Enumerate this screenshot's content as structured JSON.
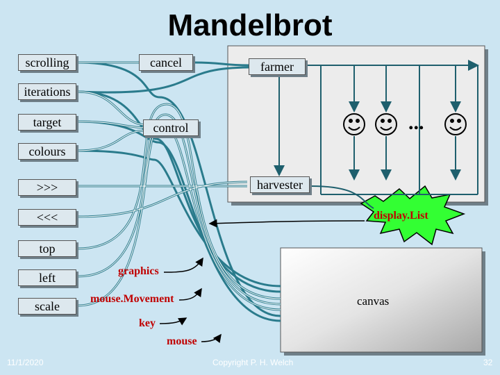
{
  "title": "Mandelbrot",
  "left_buttons": {
    "scrolling": "scrolling",
    "iterations": "iterations",
    "target": "target",
    "colours": "colours",
    "forward": ">>>",
    "back": "<<<",
    "top": "top",
    "left": "left",
    "scale": "scale"
  },
  "processes": {
    "cancel": "cancel",
    "control": "control",
    "farmer": "farmer",
    "harvester": "harvester",
    "display_list": "display.List",
    "canvas": "canvas",
    "ellipsis": "..."
  },
  "events": {
    "graphics": "graphics",
    "mouse_movement": "mouse.Movement",
    "key": "key",
    "mouse": "mouse"
  },
  "footer": {
    "date": "11/1/2020",
    "copyright": "Copyright P. H. Welch",
    "page": "32"
  },
  "colors": {
    "background": "#cce5f2",
    "wire": "#2a7b8c",
    "event_text": "#c00000",
    "burst": "#33ff33"
  }
}
